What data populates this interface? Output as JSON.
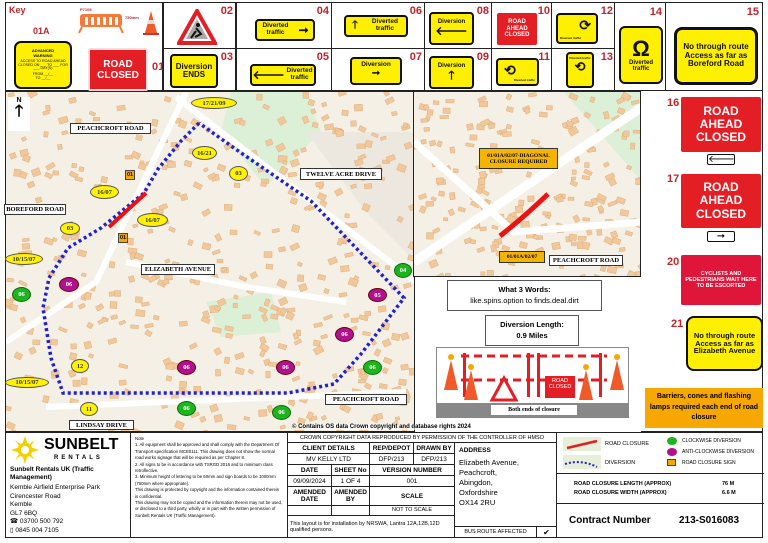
{
  "key": {
    "title": "Key",
    "code_01a": "01A",
    "advanced_warning": {
      "title": "ADVANCED WARNING",
      "body": "ACCESS TO ROAD AHEAD CLOSED ON ___ TO ___ FOR ___ DAY(S)",
      "from": "FROM __/__",
      "to": "TO __/__"
    },
    "barrier_label": "P7105",
    "cone_height": "750mm",
    "signs": [
      {
        "num": "01",
        "text": "ROAD CLOSED"
      },
      {
        "num": "02",
        "text": "",
        "icon": "roadworks-triangle-icon"
      },
      {
        "num": "03",
        "text": "Diversion ENDS"
      },
      {
        "num": "04",
        "text": "Diverted traffic",
        "icon": "arrow-right-icon"
      },
      {
        "num": "05",
        "text": "Diverted traffic",
        "icon": "arrow-left-icon"
      },
      {
        "num": "06",
        "text": "Diverted traffic",
        "icon": "arrow-up-icon"
      },
      {
        "num": "07",
        "text": "Diversion",
        "icon": "arrow-right-icon"
      },
      {
        "num": "08",
        "text": "Diversion",
        "icon": "arrow-left-icon"
      },
      {
        "num": "09",
        "text": "Diversion",
        "icon": "arrow-up-icon"
      },
      {
        "num": "10",
        "text": "ROAD AHEAD CLOSED"
      },
      {
        "num": "11",
        "text": "Diverted traffic",
        "icon": "roundabout-icon"
      },
      {
        "num": "12",
        "text": "Diverted traffic",
        "icon": "roundabout-icon"
      },
      {
        "num": "13",
        "text": "Diverted traffic",
        "icon": "roundabout-icon"
      },
      {
        "num": "14",
        "text": "Diverted traffic",
        "icon": "u-turn-icon"
      },
      {
        "num": "15",
        "text": "No through route Access as far as Boreford Road"
      }
    ]
  },
  "map": {
    "north": "N",
    "roads": [
      "PEACHCROFT ROAD",
      "TWELVE ACRE DRIVE",
      "BOREFORD ROAD",
      "ELIZABETH AVENUE",
      "PEACHCROFT ROAD",
      "LINDSAY DRIVE"
    ],
    "callouts": [
      "17/21/09",
      "16/21",
      "03",
      "01",
      "16/07",
      "16/07",
      "01",
      "03",
      "10/15/07",
      "06",
      "06",
      "04",
      "05",
      "06",
      "06",
      "06",
      "06",
      "06",
      "06",
      "12",
      "10/15/07",
      "11"
    ],
    "copyright": "© Contains OS data Crown copyright and database rights 2024",
    "colors": {
      "diversion": "#2222cc",
      "closure": "#ee1111"
    }
  },
  "inset": {
    "callout_top": "01/01A/02/07-DIAGONAL CLOSURE REQUIRED",
    "callout_bottom": "01/01A/02/07",
    "road": "PEACHCROFT ROAD"
  },
  "what3words": {
    "title": "What 3 Words:",
    "value": "like.spins.option to finds.deal.dirt"
  },
  "diversion_length": {
    "title": "Diversion Length:",
    "value": "0.9 Miles"
  },
  "barrier_panel": {
    "sign": "ROAD CLOSED",
    "caption": "Both ends of closure"
  },
  "right_signs": [
    {
      "num": "16",
      "text": "ROAD AHEAD CLOSED",
      "icon": "arrow-left-icon"
    },
    {
      "num": "17",
      "text": "ROAD AHEAD CLOSED",
      "icon": "arrow-right-icon"
    },
    {
      "num": "20",
      "text": "CYCLISTS AND PEDESTRIANS WAIT HERE TO BE ESCORTED"
    },
    {
      "num": "21",
      "text": "No through route Access as far as Elizabeth Avenue"
    }
  ],
  "barriers_note": "Barriers, cones and flashing lamps required each end of road closure",
  "company": {
    "logo": "SUNBELT",
    "logo_sub": "RENTALS",
    "name": "Sunbelt Rentals UK (Traffic Management)",
    "address": [
      "Kemble Airfield Enterprise Park",
      "Cirencester Road",
      "Kemble",
      "GL7 6BQ"
    ],
    "phone": "03700 500 792",
    "fax": "0845 004 7105"
  },
  "notes": {
    "title": "Note",
    "lines": [
      "1. All equipment shall be approved and shall comply with the Department Of Transport specification MCE0111. This drawing does not show the normal road works signage that will be required as per Chapter 8.",
      "2. All signs to be in accordance with TSRGD 2016 and to minimum class retroflective.",
      "3. Minimum height of lettering to be 60mm and sign boards to be 1000mm (750mm where appropriate).",
      "This drawing is protected by copyright and the information contained therein is confidential.",
      "This drawing may not be copied and the information therein may not be used, or disclosed to a third party, wholly or in part with the written permission of Sunbelt Rentals UK (Traffic Management)."
    ]
  },
  "info": {
    "crown": "CROWN COPYRIGHT DATA REPRODUCED BY PERMISSION OF THE CONTROLLER OF HMSO",
    "client_label": "CLIENT DETAILS",
    "client": "MV KELLY LTD",
    "depot_label": "REP/DEPOT",
    "depot": "DFP/213",
    "drawn_label": "DRAWN BY",
    "drawn": "DFP/213",
    "date_label": "DATE",
    "date": "09/09/2024",
    "sheet_label": "SHEET No",
    "sheet": "1 OF 4",
    "version_label": "VERSION NUMBER",
    "version": "001",
    "amended_date_label": "AMENDED DATE",
    "amended_date": "",
    "amended_by_label": "AMENDED BY",
    "amended_by": "",
    "scale_label": "SCALE",
    "scale": "NOT TO SCALE",
    "install_note": "This layout is for installation by NRSWA, Lantra 12A,12B,12D qualified persons.",
    "address_label": "ADDRESS",
    "address": [
      "Elizabeth Avenue,",
      "Peachcroft,",
      "Abingdon,",
      "Oxfordshire",
      "OX14 2RU"
    ],
    "bus_label": "BUS ROUTE AFFECTED",
    "bus_check": "✔"
  },
  "legend": {
    "road_closure": "ROAD CLOSURE",
    "diversion": "DIVERSION",
    "clockwise": "CLOCKWISE DIVERSION",
    "anticlockwise": "ANTI-CLOCKWISE DIVERSION",
    "sign": "ROAD CLOSURE SIGN",
    "length_label": "ROAD CLOSURE LENGTH (APPROX)",
    "length": "76 M",
    "width_label": "ROAD CLOSURE WIDTH (APPROX)",
    "width": "6.6 M",
    "contract_label": "Contract Number",
    "contract": "213-S016083"
  }
}
